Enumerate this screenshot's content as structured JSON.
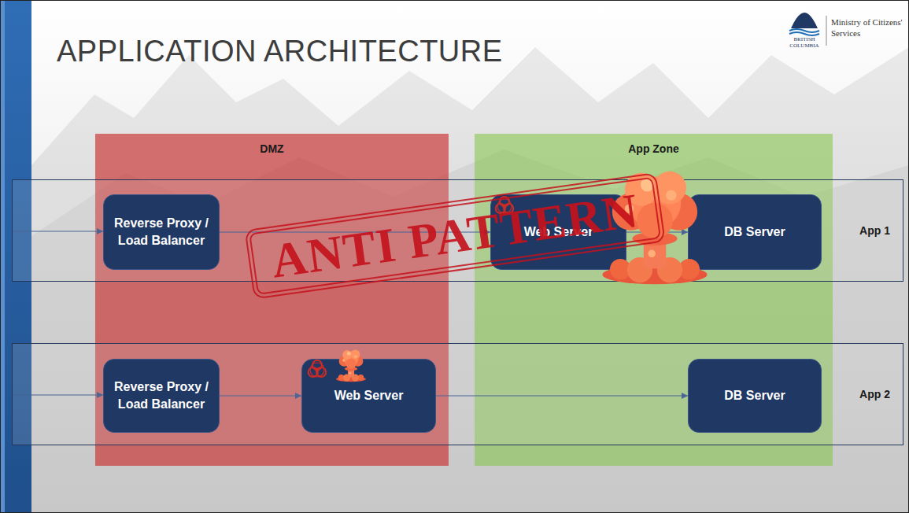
{
  "diagram": {
    "title": "APPLICATION ARCHITECTURE",
    "nodes": [
      {
        "text": [
          "DMZ"
        ]
      },
      {
        "text": [
          "App Zone"
        ]
      },
      {
        "text": [
          "App 1"
        ]
      },
      {
        "text": [
          "Reverse Proxy / Load Balancer"
        ],
        "in": 2
      },
      {
        "text": [
          "Web Server"
        ],
        "in": 2
      },
      {
        "text": [
          "DB Server"
        ],
        "in": 2
      },
      {
        "text": [
          "App 2"
        ]
      },
      {
        "text": [
          "Reverse Proxy / Load Balancer"
        ],
        "in": 6
      },
      {
        "text": [
          "Web Server"
        ],
        "in": 6
      },
      {
        "text": [
          "DB Server"
        ],
        "in": 6
      }
    ],
    "edges": [
      {
        "from": 3,
        "to": 4,
        "arrow": "to"
      },
      {
        "from": 4,
        "to": 5,
        "arrow": "to"
      },
      {
        "from": 7,
        "to": 8,
        "arrow": "to"
      },
      {
        "from": 8,
        "to": 9,
        "arrow": "to"
      }
    ],
    "labels": [
      "ANTI PATTERN",
      "BRITISH COLUMBIA",
      "Ministry of Citizens' Services"
    ]
  }
}
